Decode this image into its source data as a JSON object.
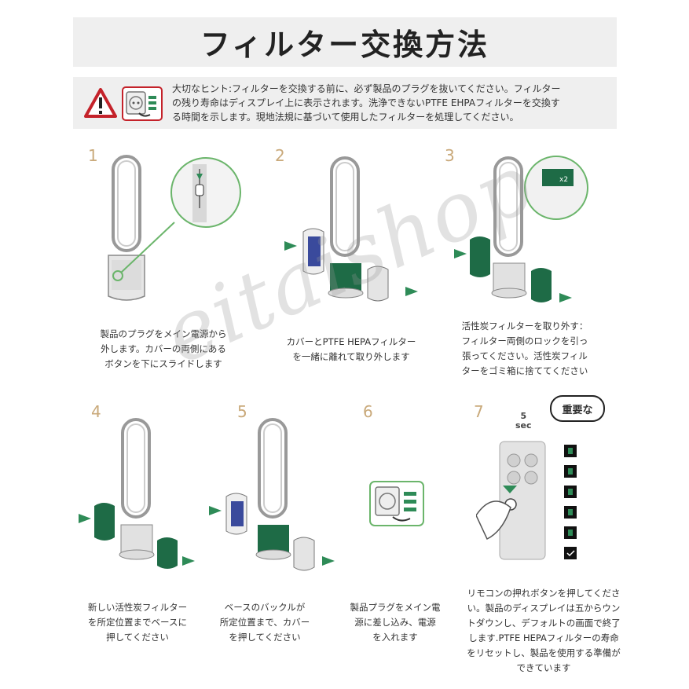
{
  "title": "フィルター交換方法",
  "notice": {
    "lines": [
      "大切なヒント:フィルターを交換する前に、必ず製品のプラグを抜いてください。フィルター",
      "の残り寿命はディスプレイ上に表示されます。洗浄できないPTFE EHPAフィルターを交換す",
      "る時間を示します。現地法規に基づいて使用したフィルターを処理してください。"
    ],
    "warning_icon": "warning-triangle-icon",
    "plug_icon": "unplug-icon"
  },
  "steps": [
    {
      "num": "1",
      "caption": [
        "製品のプラグをメイン電源から",
        "外します。カバーの両側にある",
        "ボタンを下にスライドします"
      ]
    },
    {
      "num": "2",
      "caption": [
        "カバーとPTFE HEPAフィルター",
        "を一緒に離れて取り外します"
      ]
    },
    {
      "num": "3",
      "caption": [
        "活性炭フィルターを取り外す：",
        "フィルター両側のロックを引っ",
        "張ってください。活性炭フィル",
        "ターをゴミ箱に捨ててください"
      ]
    },
    {
      "num": "4",
      "caption": [
        "新しい活性炭フィルター",
        "を所定位置までベースに",
        "押してください"
      ]
    },
    {
      "num": "5",
      "caption": [
        "ベースのバックルが",
        "所定位置まで、カバー",
        "を押してください"
      ]
    },
    {
      "num": "6",
      "caption": [
        "製品プラグをメイン電",
        "源に差し込み、電源",
        "を入れます"
      ]
    },
    {
      "num": "7",
      "caption": [
        "リモコンの押れボタンを押してくださ",
        "い。製品のディスプレイは五からウン",
        "トダウンし、デフォルトの画面で終了",
        "します.PTFE HEPAフィルターの寿命",
        "をリセットし、製品を使用する準備が",
        "できています"
      ]
    }
  ],
  "step3_badge": "x2",
  "important_badge": "重要な",
  "timer": {
    "value": "5",
    "unit": "sec"
  },
  "watermark": "eitaishop",
  "colors": {
    "green": "#1e6b46",
    "blue": "#3a4a9c",
    "accent_num": "#c9a97a",
    "panel": "#efefef"
  }
}
